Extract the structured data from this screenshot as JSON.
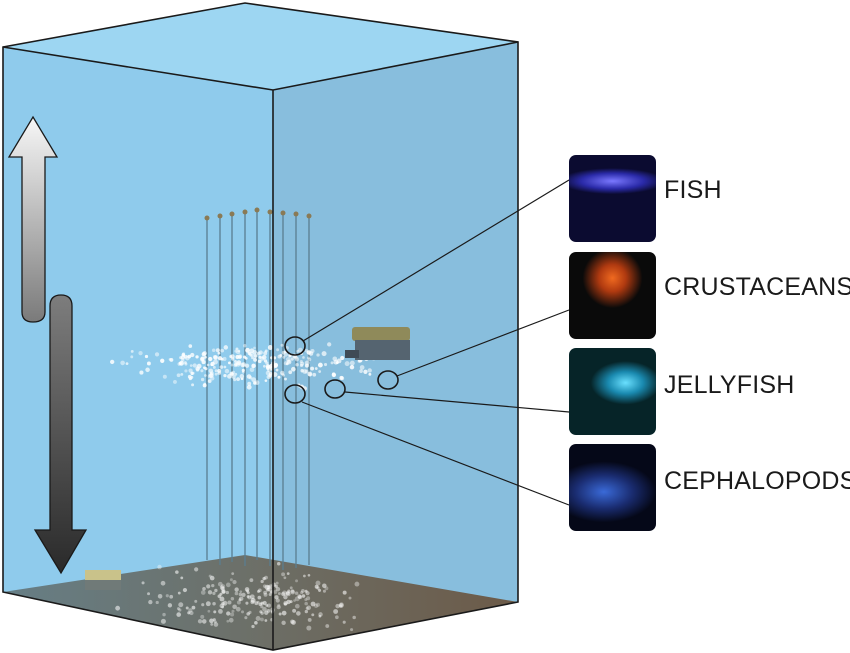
{
  "title": "Deep-sea bioluminescence observation volume",
  "categories": [
    {
      "label": "FISH",
      "image": "glowing-fish-photo"
    },
    {
      "label": "CRUSTACEANS",
      "image": "red-shrimp-photo"
    },
    {
      "label": "JELLYFISH",
      "image": "blue-jellyfish-photo"
    },
    {
      "label": "CEPHALOPODS",
      "image": "blue-cephalopod-photo"
    }
  ],
  "arrows": {
    "up": "ascend-arrow",
    "down": "descend-arrow"
  },
  "colors": {
    "water": "#8ecbec",
    "water_side": "#86bfe0",
    "floor": "#5e6a6a",
    "accent": "#1a1a1a"
  }
}
